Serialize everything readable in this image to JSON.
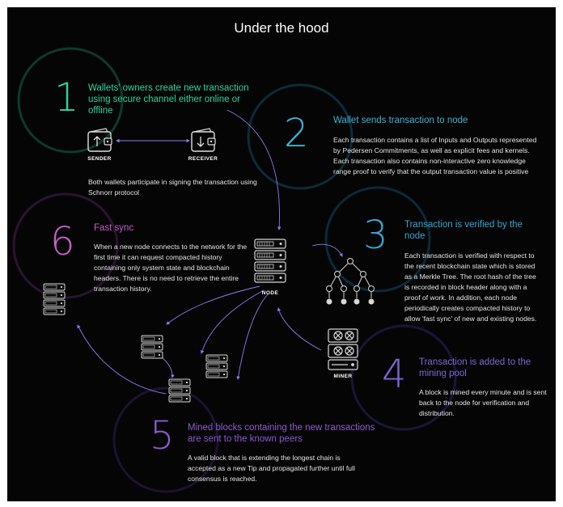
{
  "title": "Under the hood",
  "colors": {
    "background": "#050505",
    "step1": "#2fd6a2",
    "step2": "#3cb4d8",
    "step3": "#35a6d0",
    "step4": "#7d67d6",
    "step5": "#8e5ad0",
    "step6": "#c560c8"
  },
  "steps": [
    {
      "number": "1",
      "heading": "Wallets' owners create new transaction using secure channel either online or offline",
      "body": "Both wallets participate in signing the transaction using Schnorr protocol"
    },
    {
      "number": "2",
      "heading": "Wallet sends transaction to node",
      "body": "Each transaction contains a list of Inputs and Outputs represented by Pedersen Commitments, as well as explicit fees and kernels. Each transaction also contains non-interactive zero knowledge range proof to verify that the output transaction value is positive"
    },
    {
      "number": "3",
      "heading": "Transaction is verified by the node",
      "body": "Each transaction is verified with respect to the recent blockchain state which is stored as a Merkle Tree. The root hash of the tree is recorded in block header along with a proof of work. In addition, each node periodically creates compacted history to allow 'fast sync' of new and existing nodes."
    },
    {
      "number": "4",
      "heading": "Transaction is added to the mining pool",
      "body": "A block is mined every minute and is sent back to the node for verification and distribution."
    },
    {
      "number": "5",
      "heading": "Mined blocks containing the new transactions are sent to the known peers",
      "body": "A valid block that is extending the longest chain is accepted as a new Tip and propagated further until full consensus is reached."
    },
    {
      "number": "6",
      "heading": "Fast sync",
      "body": "When a new node connects to the network for the first time it can request compacted history containing only system state and blockchain headers. There is no need to retrieve the entire transaction history."
    }
  ],
  "labels": {
    "sender": "SENDER",
    "receiver": "RECEIVER",
    "node": "NODE",
    "miner": "MINER"
  },
  "icons": [
    "wallet-send-icon",
    "wallet-receive-icon",
    "server-stack-icon",
    "merkle-tree-icon",
    "mining-rig-icon"
  ]
}
